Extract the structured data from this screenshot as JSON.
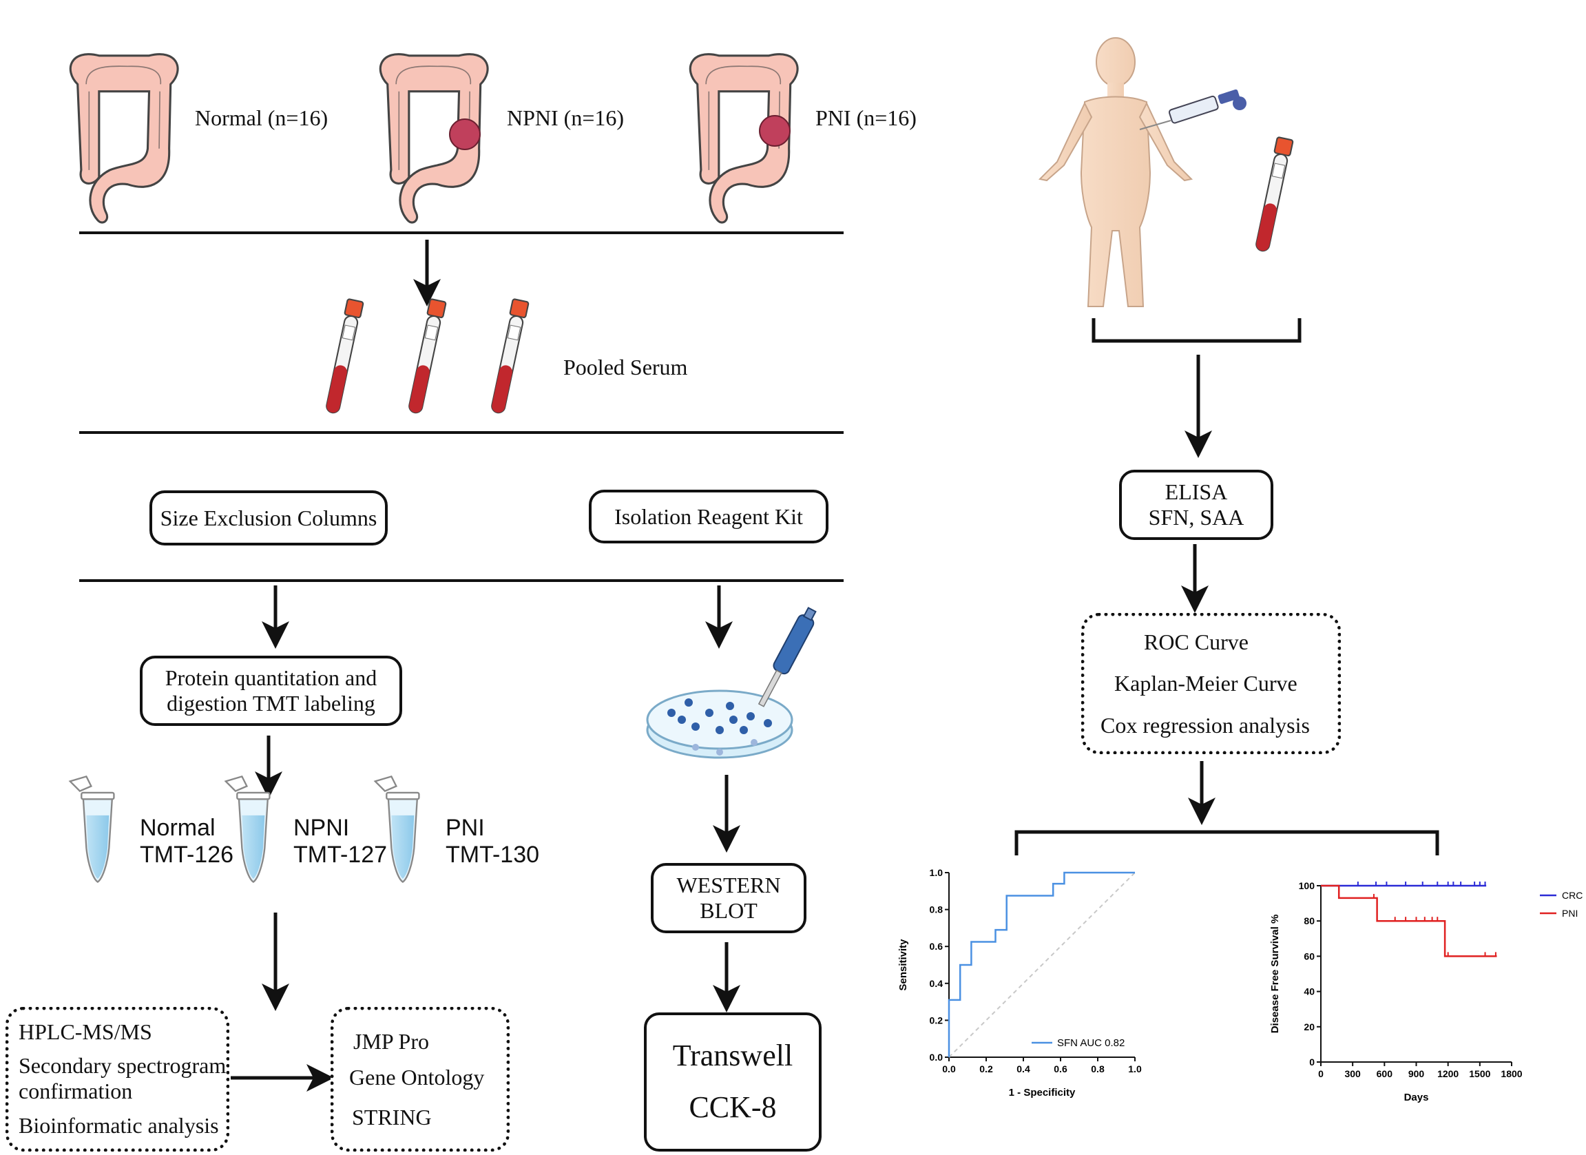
{
  "groups": {
    "normal": "Normal (n=16)",
    "npni": "NPNI (n=16)",
    "pni": "PNI (n=16)"
  },
  "pooled_serum": "Pooled Serum",
  "methods": {
    "size_exclusion": "Size Exclusion Columns",
    "isolation_kit": "Isolation Reagent Kit",
    "protein_line1": "Protein quantitation and",
    "protein_line2": "digestion TMT labeling"
  },
  "tubes": [
    {
      "name": "Normal",
      "tag": "TMT-126"
    },
    {
      "name": "NPNI",
      "tag": "TMT-127"
    },
    {
      "name": "PNI",
      "tag": "TMT-130"
    }
  ],
  "hplc_box": {
    "l1": "HPLC-MS/MS",
    "l2": "Secondary spectrogram",
    "l3": "confirmation",
    "l4": "Bioinformatic analysis"
  },
  "tools_box": {
    "l1": "JMP Pro",
    "l2": "Gene Ontology",
    "l3": "STRING"
  },
  "western": {
    "l1": "WESTERN",
    "l2": "BLOT"
  },
  "transwell": {
    "l1": "Transwell",
    "l2": "CCK-8"
  },
  "elisa": {
    "l1": "ELISA",
    "l2": "SFN, SAA"
  },
  "analysis_box": {
    "l1": "ROC Curve",
    "l2": "Kaplan-Meier Curve",
    "l3": "Cox regression analysis"
  },
  "chart_data": [
    {
      "type": "line",
      "xlabel": "1 - Specificity",
      "ylabel": "Sensitivity",
      "xlim": [
        0,
        1.0
      ],
      "ylim": [
        0,
        1.0
      ],
      "x_ticks": [
        "0.0",
        "0.2",
        "0.4",
        "0.6",
        "0.8",
        "1.0"
      ],
      "y_ticks": [
        "0.0",
        "0.2",
        "0.4",
        "0.6",
        "0.8",
        "1.0"
      ],
      "legend": "bottom-right",
      "series": [
        {
          "name": "SFN  AUC 0.82",
          "color": "#4a90e2",
          "points": [
            [
              0,
              0
            ],
            [
              0,
              0.31
            ],
            [
              0.06,
              0.31
            ],
            [
              0.06,
              0.5
            ],
            [
              0.12,
              0.5
            ],
            [
              0.12,
              0.625
            ],
            [
              0.25,
              0.625
            ],
            [
              0.25,
              0.69
            ],
            [
              0.31,
              0.69
            ],
            [
              0.31,
              0.875
            ],
            [
              0.56,
              0.875
            ],
            [
              0.56,
              0.94
            ],
            [
              0.62,
              0.94
            ],
            [
              0.62,
              1.0
            ],
            [
              1.0,
              1.0
            ]
          ]
        }
      ],
      "reference_line": {
        "from": [
          0,
          0
        ],
        "to": [
          1,
          1
        ],
        "color": "#c8c8c8",
        "dashed": true
      }
    },
    {
      "type": "line",
      "xlabel": "Days",
      "ylabel": "Disease Free Survival %",
      "xlim": [
        0,
        1800
      ],
      "ylim": [
        0,
        100
      ],
      "x_ticks": [
        "0",
        "300",
        "600",
        "900",
        "1200",
        "1500",
        "1800"
      ],
      "y_ticks": [
        "0",
        "20",
        "40",
        "60",
        "80",
        "100"
      ],
      "legend": "right",
      "series": [
        {
          "name": "CRC",
          "color": "#2b2bd6",
          "steps": [
            [
              0,
              100
            ],
            [
              1560,
              100
            ]
          ],
          "censors": [
            [
              350,
              100
            ],
            [
              520,
              100
            ],
            [
              620,
              100
            ],
            [
              800,
              100
            ],
            [
              960,
              100
            ],
            [
              1100,
              100
            ],
            [
              1200,
              100
            ],
            [
              1250,
              100
            ],
            [
              1320,
              100
            ],
            [
              1450,
              100
            ],
            [
              1500,
              100
            ],
            [
              1550,
              100
            ]
          ]
        },
        {
          "name": "PNI",
          "color": "#e02020",
          "steps": [
            [
              0,
              100
            ],
            [
              170,
              100
            ],
            [
              170,
              93
            ],
            [
              530,
              93
            ],
            [
              530,
              80
            ],
            [
              1170,
              80
            ],
            [
              1170,
              60
            ],
            [
              1660,
              60
            ]
          ],
          "censors": [
            [
              500,
              93
            ],
            [
              700,
              80
            ],
            [
              800,
              80
            ],
            [
              900,
              80
            ],
            [
              980,
              80
            ],
            [
              1050,
              80
            ],
            [
              1100,
              80
            ],
            [
              1200,
              60
            ],
            [
              1550,
              60
            ],
            [
              1650,
              60
            ]
          ]
        }
      ]
    }
  ]
}
